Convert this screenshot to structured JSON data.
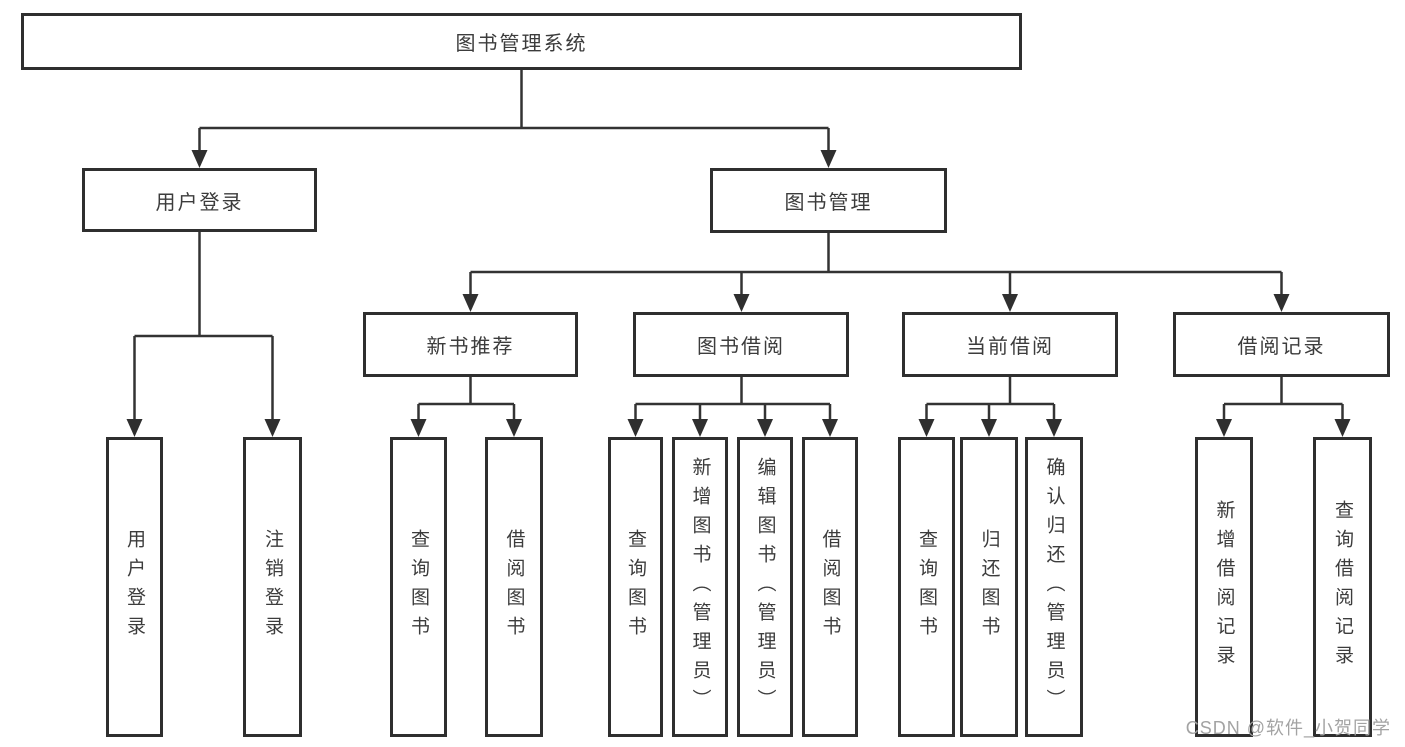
{
  "tree": {
    "label": "图书管理系统",
    "children": [
      {
        "label": "用户登录",
        "children": [
          {
            "label": "用户登录"
          },
          {
            "label": "注销登录"
          }
        ]
      },
      {
        "label": "图书管理",
        "children": [
          {
            "label": "新书推荐",
            "children": [
              {
                "label": "查询图书"
              },
              {
                "label": "借阅图书"
              }
            ]
          },
          {
            "label": "图书借阅",
            "children": [
              {
                "label": "查询图书"
              },
              {
                "label": "新增图书（管理员）"
              },
              {
                "label": "编辑图书（管理员）"
              },
              {
                "label": "借阅图书"
              }
            ]
          },
          {
            "label": "当前借阅",
            "children": [
              {
                "label": "查询图书"
              },
              {
                "label": "归还图书"
              },
              {
                "label": "确认归还（管理员）"
              }
            ]
          },
          {
            "label": "借阅记录",
            "children": [
              {
                "label": "新增借阅记录"
              },
              {
                "label": "查询借阅记录"
              }
            ]
          }
        ]
      }
    ]
  },
  "watermark": {
    "text": "CSDN @软件_小贺同学"
  },
  "colors": {
    "line": "#333333",
    "box_border": "#2f2f2f",
    "text": "#3c3c3c",
    "watermark": "#a3a3a3",
    "background": "#ffffff"
  }
}
